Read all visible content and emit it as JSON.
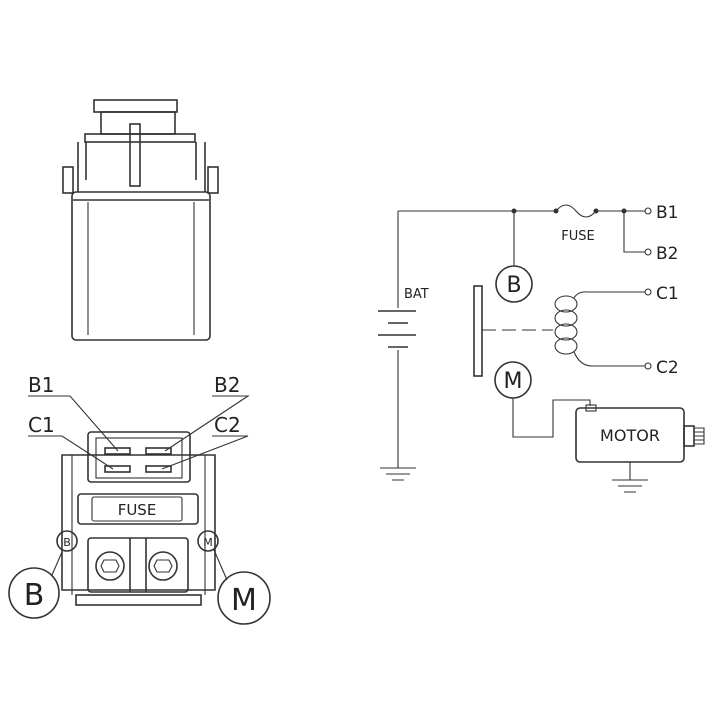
{
  "connector": {
    "labels": {
      "b1": "B1",
      "b2": "B2",
      "c1": "C1",
      "c2": "C2",
      "fuse": "FUSE",
      "b_small": "B",
      "m_small": "M",
      "b_callout": "B",
      "m_callout": "M"
    }
  },
  "schematic": {
    "labels": {
      "b1": "B1",
      "b2": "B2",
      "c1": "C1",
      "c2": "C2",
      "fuse": "FUSE",
      "bat": "BAT",
      "b_circle": "B",
      "m_circle": "M",
      "motor": "MOTOR"
    }
  }
}
